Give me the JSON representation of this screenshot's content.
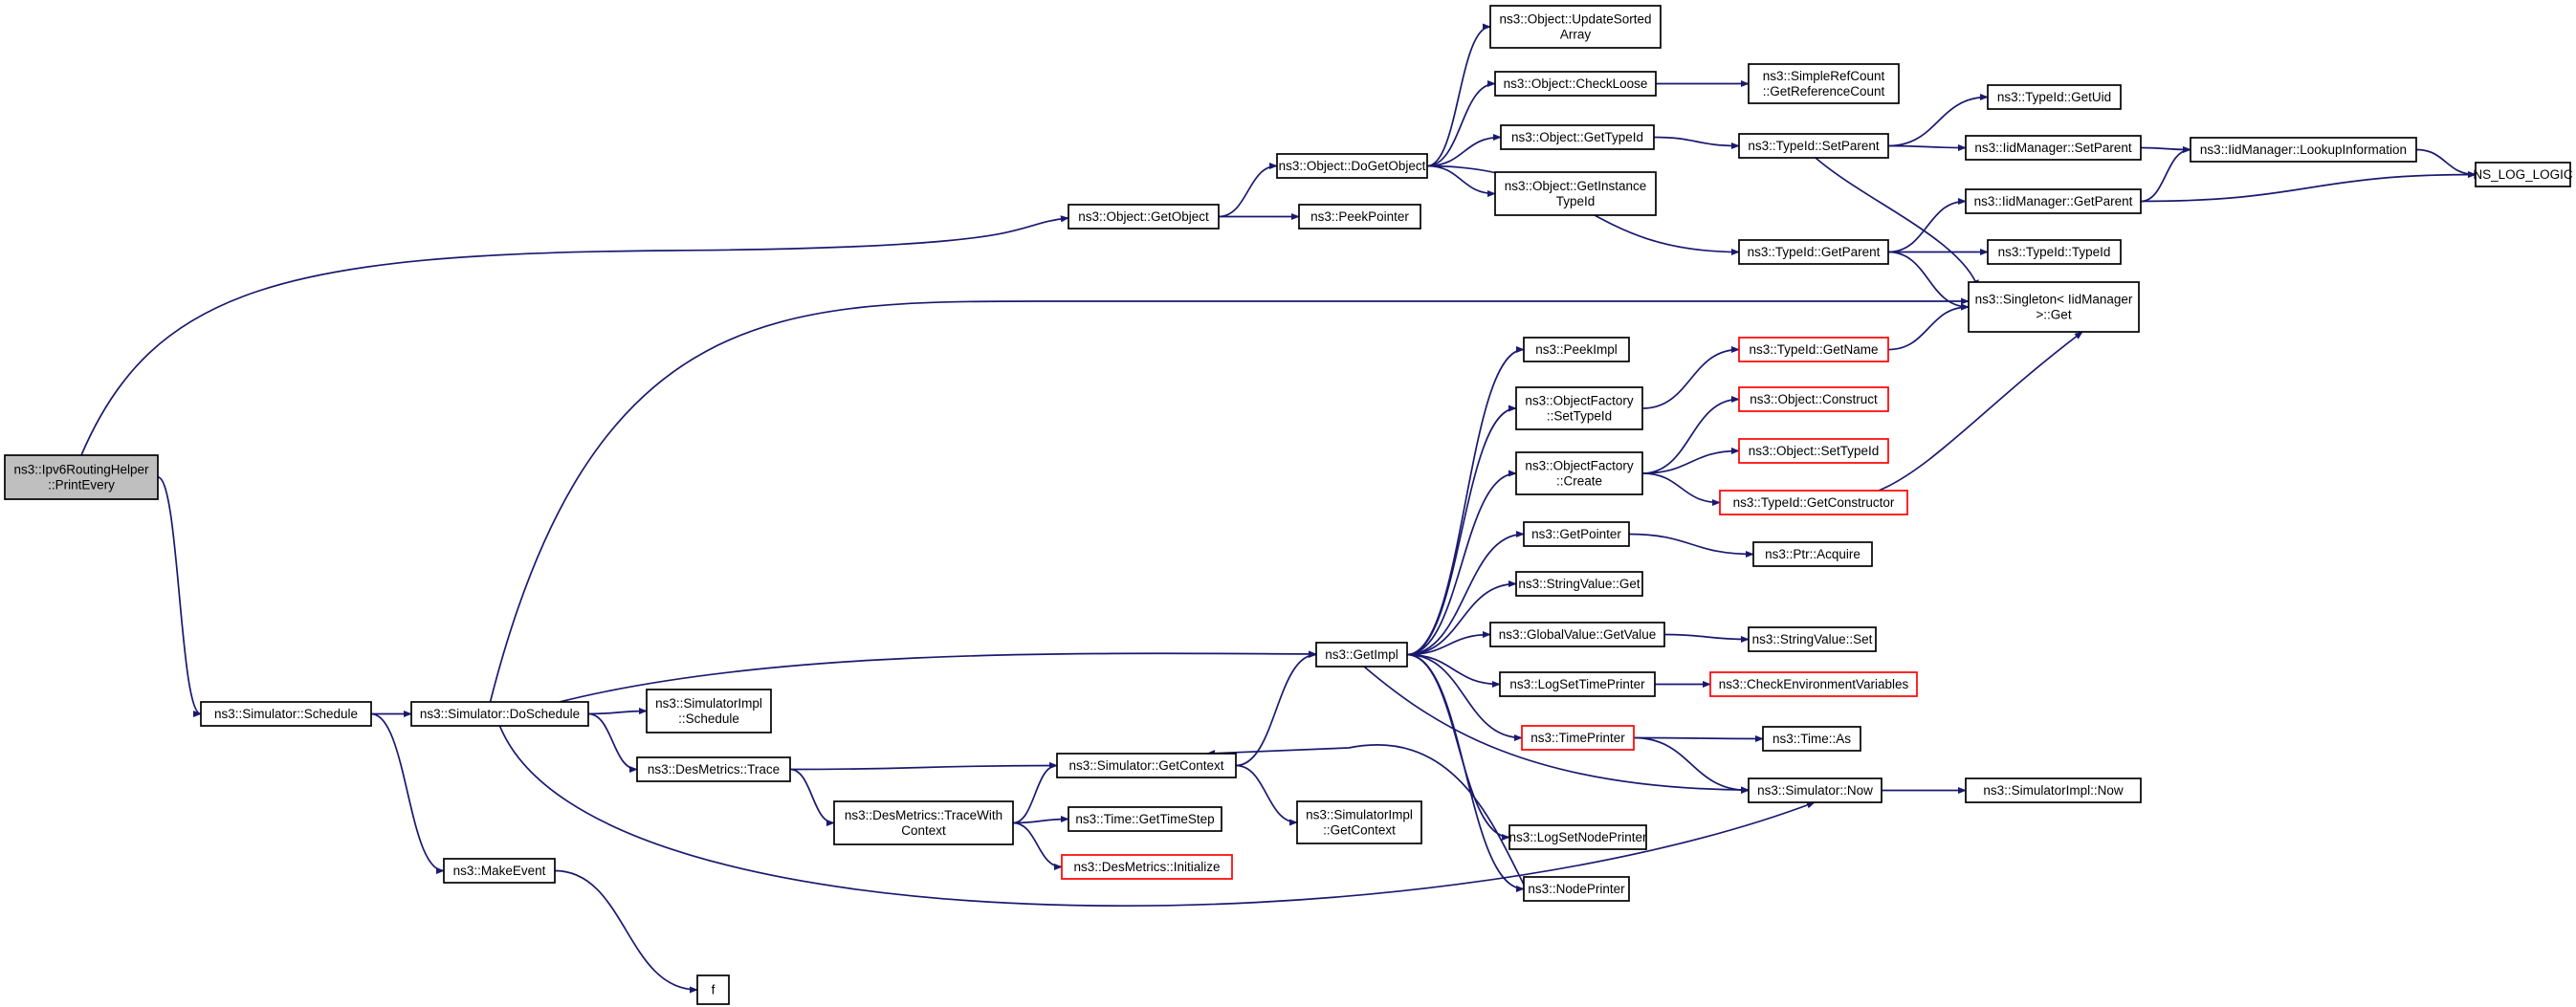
{
  "colors": {
    "edge": "#191970",
    "node_border": "#000000",
    "node_border_incomplete": "#ff0000",
    "root_fill": "#bfbfbf",
    "node_fill": "#ffffff"
  },
  "nodes": [
    {
      "id": "printevery",
      "lines": [
        "ns3::Ipv6RoutingHelper",
        "::PrintEvery"
      ],
      "root": true
    },
    {
      "id": "getobject",
      "lines": [
        "ns3::Object::GetObject"
      ]
    },
    {
      "id": "dogetobject",
      "lines": [
        "ns3::Object::DoGetObject"
      ]
    },
    {
      "id": "peekpointer",
      "lines": [
        "ns3::PeekPointer"
      ]
    },
    {
      "id": "updatesorted",
      "lines": [
        "ns3::Object::UpdateSorted",
        "Array"
      ]
    },
    {
      "id": "checkloose",
      "lines": [
        "ns3::Object::CheckLoose"
      ]
    },
    {
      "id": "getrefcount",
      "lines": [
        "ns3::SimpleRefCount",
        "::GetReferenceCount"
      ]
    },
    {
      "id": "object_gettypeid",
      "lines": [
        "ns3::Object::GetTypeId"
      ]
    },
    {
      "id": "getinstancetypeid",
      "lines": [
        "ns3::Object::GetInstance",
        "TypeId"
      ]
    },
    {
      "id": "typeid_setparent",
      "lines": [
        "ns3::TypeId::SetParent"
      ]
    },
    {
      "id": "typeid_getparent",
      "lines": [
        "ns3::TypeId::GetParent"
      ]
    },
    {
      "id": "typeid_getuid",
      "lines": [
        "ns3::TypeId::GetUid"
      ]
    },
    {
      "id": "iid_setparent",
      "lines": [
        "ns3::IidManager::SetParent"
      ]
    },
    {
      "id": "iid_getparent",
      "lines": [
        "ns3::IidManager::GetParent"
      ]
    },
    {
      "id": "typeid_typeid",
      "lines": [
        "ns3::TypeId::TypeId"
      ]
    },
    {
      "id": "singleton_get",
      "lines": [
        "ns3::Singleton< IidManager",
        " >::Get"
      ]
    },
    {
      "id": "lookupinfo",
      "lines": [
        "ns3::IidManager::LookupInformation"
      ]
    },
    {
      "id": "ns_log_logic",
      "lines": [
        "NS_LOG_LOGIC"
      ]
    },
    {
      "id": "schedule",
      "lines": [
        "ns3::Simulator::Schedule"
      ]
    },
    {
      "id": "doschedule",
      "lines": [
        "ns3::Simulator::DoSchedule"
      ]
    },
    {
      "id": "makeevent",
      "lines": [
        "ns3::MakeEvent"
      ]
    },
    {
      "id": "f",
      "lines": [
        "f"
      ]
    },
    {
      "id": "simimpl_schedule",
      "lines": [
        "ns3::SimulatorImpl",
        "::Schedule"
      ]
    },
    {
      "id": "desmetrics_trace",
      "lines": [
        "ns3::DesMetrics::Trace"
      ]
    },
    {
      "id": "tracewithcontext",
      "lines": [
        "ns3::DesMetrics::TraceWith",
        "Context"
      ]
    },
    {
      "id": "getcontext",
      "lines": [
        "ns3::Simulator::GetContext"
      ]
    },
    {
      "id": "gettimestep",
      "lines": [
        "ns3::Time::GetTimeStep"
      ]
    },
    {
      "id": "desmetrics_init",
      "lines": [
        "ns3::DesMetrics::Initialize"
      ],
      "incomplete": true
    },
    {
      "id": "simimpl_getcontext",
      "lines": [
        "ns3::SimulatorImpl",
        "::GetContext"
      ]
    },
    {
      "id": "getimpl",
      "lines": [
        "ns3::GetImpl"
      ]
    },
    {
      "id": "peekimpl",
      "lines": [
        "ns3::PeekImpl"
      ]
    },
    {
      "id": "of_settypeid",
      "lines": [
        "ns3::ObjectFactory",
        "::SetTypeId"
      ]
    },
    {
      "id": "of_create",
      "lines": [
        "ns3::ObjectFactory",
        "::Create"
      ]
    },
    {
      "id": "getpointer",
      "lines": [
        "ns3::GetPointer"
      ]
    },
    {
      "id": "stringvalue_get",
      "lines": [
        "ns3::StringValue::Get"
      ]
    },
    {
      "id": "globalvalue_getvalue",
      "lines": [
        "ns3::GlobalValue::GetValue"
      ]
    },
    {
      "id": "logsettimeprinter",
      "lines": [
        "ns3::LogSetTimePrinter"
      ]
    },
    {
      "id": "timeprinter",
      "lines": [
        "ns3::TimePrinter"
      ],
      "incomplete": true
    },
    {
      "id": "logsetnodeprinter",
      "lines": [
        "ns3::LogSetNodePrinter"
      ]
    },
    {
      "id": "nodeprinter",
      "lines": [
        "ns3::NodePrinter"
      ]
    },
    {
      "id": "typeid_getname",
      "lines": [
        "ns3::TypeId::GetName"
      ],
      "incomplete": true
    },
    {
      "id": "object_construct",
      "lines": [
        "ns3::Object::Construct"
      ],
      "incomplete": true
    },
    {
      "id": "object_settypeid",
      "lines": [
        "ns3::Object::SetTypeId"
      ],
      "incomplete": true
    },
    {
      "id": "typeid_getconstructor",
      "lines": [
        "ns3::TypeId::GetConstructor"
      ],
      "incomplete": true
    },
    {
      "id": "ptr_acquire",
      "lines": [
        "ns3::Ptr::Acquire"
      ]
    },
    {
      "id": "stringvalue_set",
      "lines": [
        "ns3::StringValue::Set"
      ]
    },
    {
      "id": "checkenv",
      "lines": [
        "ns3::CheckEnvironmentVariables"
      ],
      "incomplete": true
    },
    {
      "id": "time_as",
      "lines": [
        "ns3::Time::As"
      ]
    },
    {
      "id": "simulator_now",
      "lines": [
        "ns3::Simulator::Now"
      ]
    },
    {
      "id": "simimpl_now",
      "lines": [
        "ns3::SimulatorImpl::Now"
      ]
    }
  ],
  "edges": [
    {
      "from": "printevery",
      "to": "getobject"
    },
    {
      "from": "printevery",
      "to": "schedule"
    },
    {
      "from": "getobject",
      "to": "dogetobject"
    },
    {
      "from": "getobject",
      "to": "peekpointer"
    },
    {
      "from": "dogetobject",
      "to": "updatesorted"
    },
    {
      "from": "dogetobject",
      "to": "checkloose"
    },
    {
      "from": "dogetobject",
      "to": "object_gettypeid"
    },
    {
      "from": "dogetobject",
      "to": "getinstancetypeid"
    },
    {
      "from": "dogetobject",
      "to": "typeid_getparent"
    },
    {
      "from": "checkloose",
      "to": "getrefcount"
    },
    {
      "from": "object_gettypeid",
      "to": "typeid_setparent"
    },
    {
      "from": "typeid_setparent",
      "to": "typeid_getuid"
    },
    {
      "from": "typeid_setparent",
      "to": "iid_setparent"
    },
    {
      "from": "typeid_setparent",
      "to": "singleton_get"
    },
    {
      "from": "iid_setparent",
      "to": "lookupinfo"
    },
    {
      "from": "lookupinfo",
      "to": "ns_log_logic"
    },
    {
      "from": "typeid_getparent",
      "to": "iid_getparent"
    },
    {
      "from": "typeid_getparent",
      "to": "typeid_typeid"
    },
    {
      "from": "typeid_getparent",
      "to": "singleton_get"
    },
    {
      "from": "iid_getparent",
      "to": "lookupinfo"
    },
    {
      "from": "iid_getparent",
      "to": "ns_log_logic"
    },
    {
      "from": "schedule",
      "to": "doschedule"
    },
    {
      "from": "schedule",
      "to": "makeevent"
    },
    {
      "from": "makeevent",
      "to": "f"
    },
    {
      "from": "doschedule",
      "to": "singleton_get"
    },
    {
      "from": "doschedule",
      "to": "getimpl"
    },
    {
      "from": "doschedule",
      "to": "simimpl_schedule"
    },
    {
      "from": "doschedule",
      "to": "desmetrics_trace"
    },
    {
      "from": "doschedule",
      "to": "simulator_now"
    },
    {
      "from": "desmetrics_trace",
      "to": "getcontext"
    },
    {
      "from": "desmetrics_trace",
      "to": "tracewithcontext"
    },
    {
      "from": "tracewithcontext",
      "to": "getcontext"
    },
    {
      "from": "tracewithcontext",
      "to": "gettimestep"
    },
    {
      "from": "tracewithcontext",
      "to": "desmetrics_init"
    },
    {
      "from": "getcontext",
      "to": "getimpl"
    },
    {
      "from": "getcontext",
      "to": "simimpl_getcontext"
    },
    {
      "from": "nodeprinter",
      "to": "getcontext"
    },
    {
      "from": "getimpl",
      "to": "peekimpl"
    },
    {
      "from": "getimpl",
      "to": "of_settypeid"
    },
    {
      "from": "getimpl",
      "to": "of_create"
    },
    {
      "from": "getimpl",
      "to": "getpointer"
    },
    {
      "from": "getimpl",
      "to": "stringvalue_get"
    },
    {
      "from": "getimpl",
      "to": "globalvalue_getvalue"
    },
    {
      "from": "getimpl",
      "to": "logsettimeprinter"
    },
    {
      "from": "getimpl",
      "to": "timeprinter"
    },
    {
      "from": "getimpl",
      "to": "logsetnodeprinter"
    },
    {
      "from": "getimpl",
      "to": "nodeprinter"
    },
    {
      "from": "of_settypeid",
      "to": "typeid_getname"
    },
    {
      "from": "of_create",
      "to": "object_construct"
    },
    {
      "from": "of_create",
      "to": "object_settypeid"
    },
    {
      "from": "of_create",
      "to": "typeid_getconstructor"
    },
    {
      "from": "typeid_getname",
      "to": "singleton_get"
    },
    {
      "from": "typeid_getconstructor",
      "to": "singleton_get"
    },
    {
      "from": "getpointer",
      "to": "ptr_acquire"
    },
    {
      "from": "globalvalue_getvalue",
      "to": "stringvalue_set"
    },
    {
      "from": "logsettimeprinter",
      "to": "checkenv"
    },
    {
      "from": "timeprinter",
      "to": "time_as"
    },
    {
      "from": "timeprinter",
      "to": "simulator_now"
    },
    {
      "from": "simulator_now",
      "to": "getimpl"
    },
    {
      "from": "simulator_now",
      "to": "simimpl_now"
    }
  ]
}
